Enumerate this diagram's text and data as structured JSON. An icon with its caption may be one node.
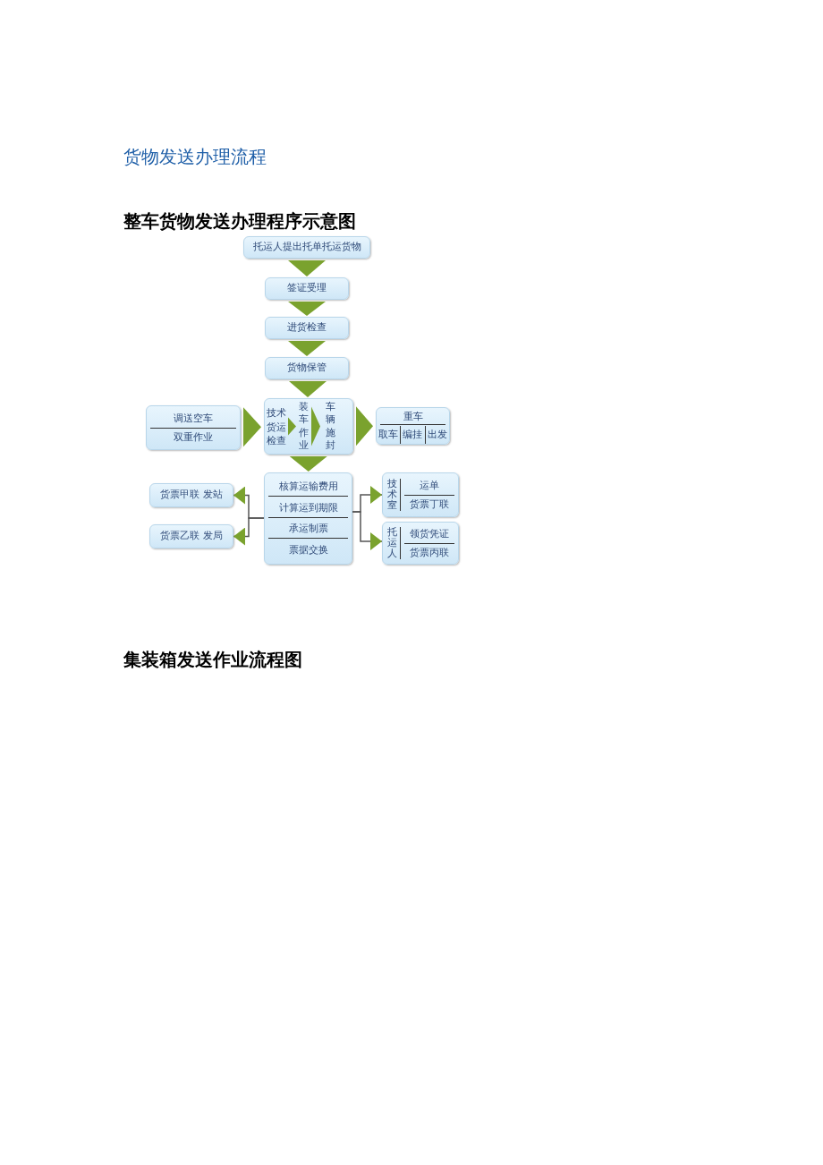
{
  "diagram": {
    "title": "货物发送办理流程",
    "nodes": [
      {
        "text": [
          "托运人提出托单托运货物"
        ]
      },
      {
        "text": [
          "签证受理"
        ]
      },
      {
        "text": [
          "进货检查"
        ]
      },
      {
        "text": [
          "货物保管"
        ]
      },
      {
        "text": [
          "调送空车",
          "双重作业"
        ]
      },
      {
        "text": [],
        "shape": "box"
      },
      {
        "text": [
          "技术货运检查"
        ],
        "in": 5
      },
      {
        "text": [
          "装车作业"
        ],
        "in": 5
      },
      {
        "text": [
          "车辆施封"
        ],
        "in": 5
      },
      {
        "text": [
          "重车",
          "取车",
          "编挂",
          "出发"
        ]
      },
      {
        "text": [
          "核算运输费用",
          "计算运到期限",
          "承运制票",
          "票据交换"
        ]
      },
      {
        "text": [
          "货票甲联 发站"
        ]
      },
      {
        "text": [
          "货票乙联 发局"
        ]
      },
      {
        "text": [
          "技术室",
          "运单",
          "货票丁联"
        ]
      },
      {
        "text": [
          "托运人",
          "领货凭证",
          "货票丙联"
        ]
      }
    ],
    "edges": [
      {
        "from": 0,
        "to": 1,
        "arrow": "to"
      },
      {
        "from": 1,
        "to": 2,
        "arrow": "to"
      },
      {
        "from": 2,
        "to": 3,
        "arrow": "to"
      },
      {
        "from": 3,
        "to": 5,
        "arrow": "to"
      },
      {
        "from": 4,
        "to": 5,
        "arrow": "to"
      },
      {
        "from": 6,
        "to": 7,
        "arrow": "to"
      },
      {
        "from": 7,
        "to": 8,
        "arrow": "to"
      },
      {
        "from": 5,
        "to": 9,
        "arrow": "to"
      },
      {
        "from": 5,
        "to": 10,
        "arrow": "to"
      },
      {
        "from": 10,
        "to": 11,
        "arrow": "to"
      },
      {
        "from": 10,
        "to": 12,
        "arrow": "to"
      },
      {
        "from": 10,
        "to": 13,
        "arrow": "to"
      },
      {
        "from": 10,
        "to": 14,
        "arrow": "to"
      }
    ],
    "labels": [
      "整车货物发送办理程序示意图",
      "集装箱发送作业流程图"
    ]
  }
}
